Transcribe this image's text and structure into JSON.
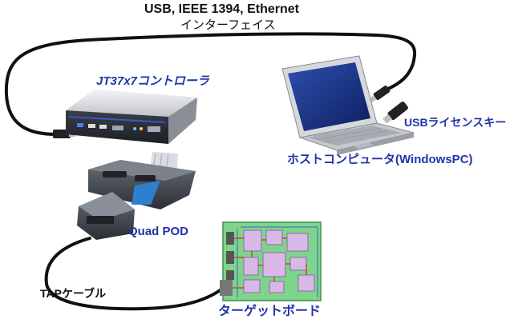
{
  "labels": {
    "interface_line1": "USB, IEEE 1394, Ethernet",
    "interface_line2": "インターフェイス",
    "controller": "JT37x7コントローラ",
    "usb_key": "USBライセンスキー",
    "host_pc": "ホストコンピュータ(WindowsPC)",
    "quad_pod": "Quad POD",
    "tap_cable": "TAPケーブル",
    "target_board": "ターゲットボード"
  },
  "colors": {
    "label_blue": "#2033a8",
    "label_black": "#111111",
    "cable": "#111111",
    "board_green": "#7ed48a",
    "pod_gray": "#4a4f57"
  }
}
